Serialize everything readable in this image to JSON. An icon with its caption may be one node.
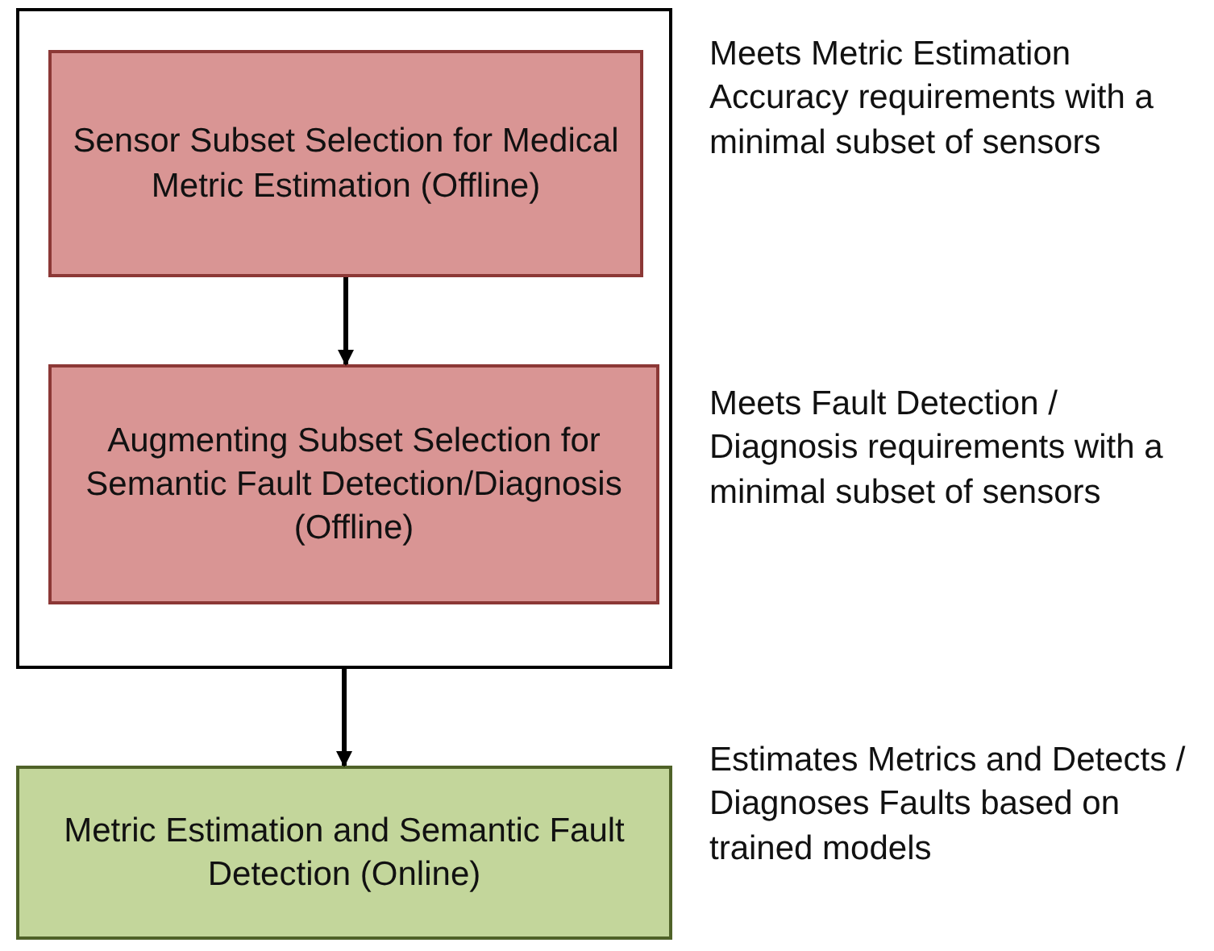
{
  "diagram": {
    "nodes": [
      {
        "text": [],
        "shape": "box"
      },
      {
        "text": [
          "Sensor Subset Selection for Medical Metric Estimation (Offline)"
        ],
        "in": 0,
        "beside": [
          "Meets Metric Estimation Accuracy requirements with a minimal subset of sensors"
        ]
      },
      {
        "text": [
          "Augmenting Subset Selection for Semantic Fault Detection/Diagnosis (Offline)"
        ],
        "in": 0,
        "beside": [
          "Meets Fault Detection / Diagnosis requirements with a minimal subset of sensors"
        ]
      },
      {
        "text": [
          "Metric Estimation and Semantic Fault Detection (Online)"
        ],
        "beside": [
          "Estimates Metrics and Detects / Diagnoses Faults based on trained models"
        ]
      }
    ],
    "edges": [
      {
        "from": 1,
        "to": 2,
        "arrow": "to"
      },
      {
        "from": 0,
        "to": 3,
        "arrow": "to"
      }
    ]
  }
}
